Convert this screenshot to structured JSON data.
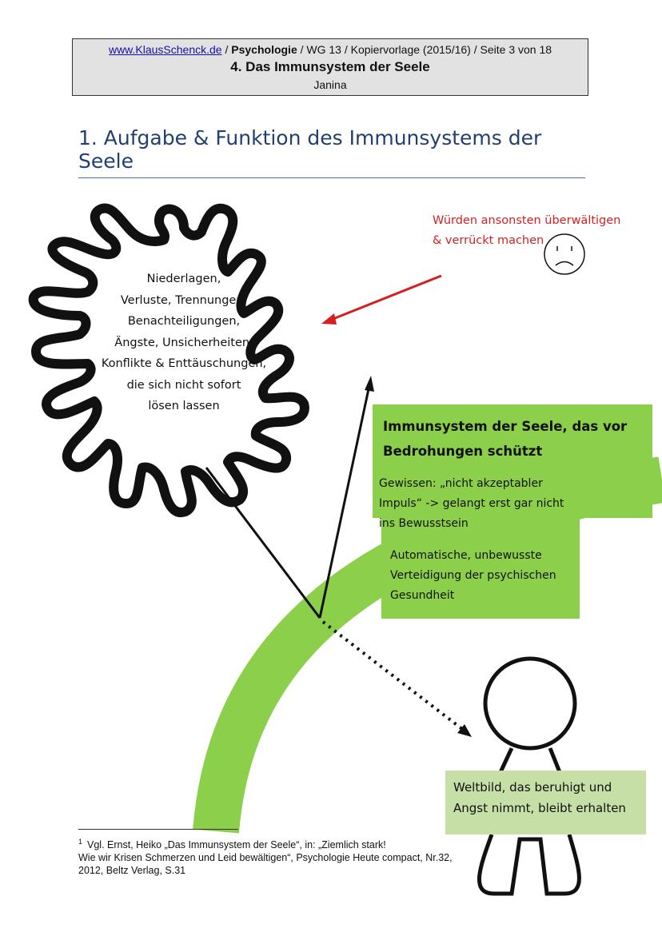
{
  "header": {
    "link_text": "www.KlausSchenck.de",
    "sep1": " / ",
    "subject": "Psychologie",
    "rest": " / WG 13 / Kopiervorlage (2015/16) / Seite 3 von 18",
    "title": "4. Das Immunsystem der Seele",
    "author": "Janina"
  },
  "section": {
    "heading": "1. Aufgabe & Funktion des Immunsystems der Seele"
  },
  "virus": {
    "lines": [
      "Niederlagen,",
      "Verluste, Trennungen,",
      "Benachteiligungen,",
      "Ängste, Unsicherheiten,",
      "Konflikte & Enttäuschungen,",
      "die sich nicht sofort",
      "lösen lassen"
    ]
  },
  "red_note": {
    "line1": "Würden ansonsten überwältigen",
    "line2": "& verrückt machen"
  },
  "immune": {
    "title_line1": "Immunsystem der Seele, das vor",
    "title_line2": "Bedrohungen schützt",
    "conscience_line1": "Gewissen: „nicht akzeptabler",
    "conscience_line2": "Impuls“ -> gelangt erst gar nicht",
    "conscience_line3": "ins Bewusstsein",
    "defense_line1": "Automatische, unbewusste",
    "defense_line2": "Verteidigung der psychischen",
    "defense_line3": "Gesundheit"
  },
  "worldview": {
    "line1": "Weltbild, das beruhigt und",
    "line2": "Angst nimmt, bleibt erhalten"
  },
  "footnote": {
    "number": "1",
    "line1": "Vgl. Ernst, Heiko „Das Immunsystem der Seele“, in: „Ziemlich stark!",
    "line2": "Wie wir Krisen Schmerzen und Leid bewältigen“, Psychologie Heute compact, Nr.32,",
    "line3": "2012, Beltz Verlag, S.31"
  },
  "colors": {
    "heading": "#213f72",
    "red_note": "#d51f1f",
    "green": "#8ccf4a",
    "light_green": "#c5dfa6",
    "header_bg": "#e2e2e2"
  }
}
